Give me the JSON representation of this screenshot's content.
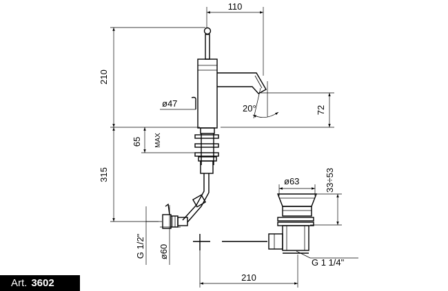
{
  "article": {
    "prefix": "Art.",
    "number": "3602"
  },
  "dimensions": {
    "spout_reach": "110",
    "height_total": "210",
    "body_diameter": "ø47",
    "outlet_angle": "20°",
    "outlet_height": "72",
    "deck_thickness_max": "65",
    "max_label": "MAX",
    "tail_length": "315",
    "waste_diameter": "ø63",
    "waste_range": "33÷53",
    "connection_thread": "G 1/2\"",
    "escutcheon_diameter": "ø60",
    "waste_thread": "G 1 1/4\"",
    "waste_distance": "210"
  }
}
